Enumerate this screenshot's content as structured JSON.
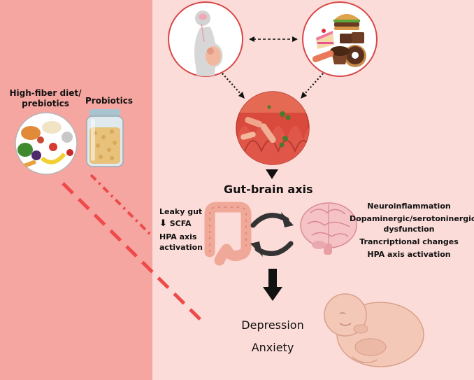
{
  "interventions": {
    "diet_label_line1": "High-fiber diet/",
    "diet_label_line2": "prebiotics",
    "probiotics_label": "Probiotics"
  },
  "axis": {
    "title": "Gut-brain axis"
  },
  "gut_effects": {
    "line1": "Leaky gut",
    "scfa_arrow": "⬇",
    "scfa_text": "SCFA",
    "line3": "HPA axis",
    "line4": "activation"
  },
  "brain_effects": {
    "line1": "Neuroinflammation",
    "line2": "Dopaminergic/serotoninergic",
    "line3": "dysfunction",
    "line4": "Trancriptional changes",
    "line5": "HPA axis activation"
  },
  "outcomes": {
    "line1": "Depression",
    "line2": "Anxiety"
  },
  "colors": {
    "left_panel": "#f6a6a1",
    "right_panel": "#fcdcd8",
    "dash_red": "#ee4a4a",
    "circle_border": "#d84848"
  }
}
